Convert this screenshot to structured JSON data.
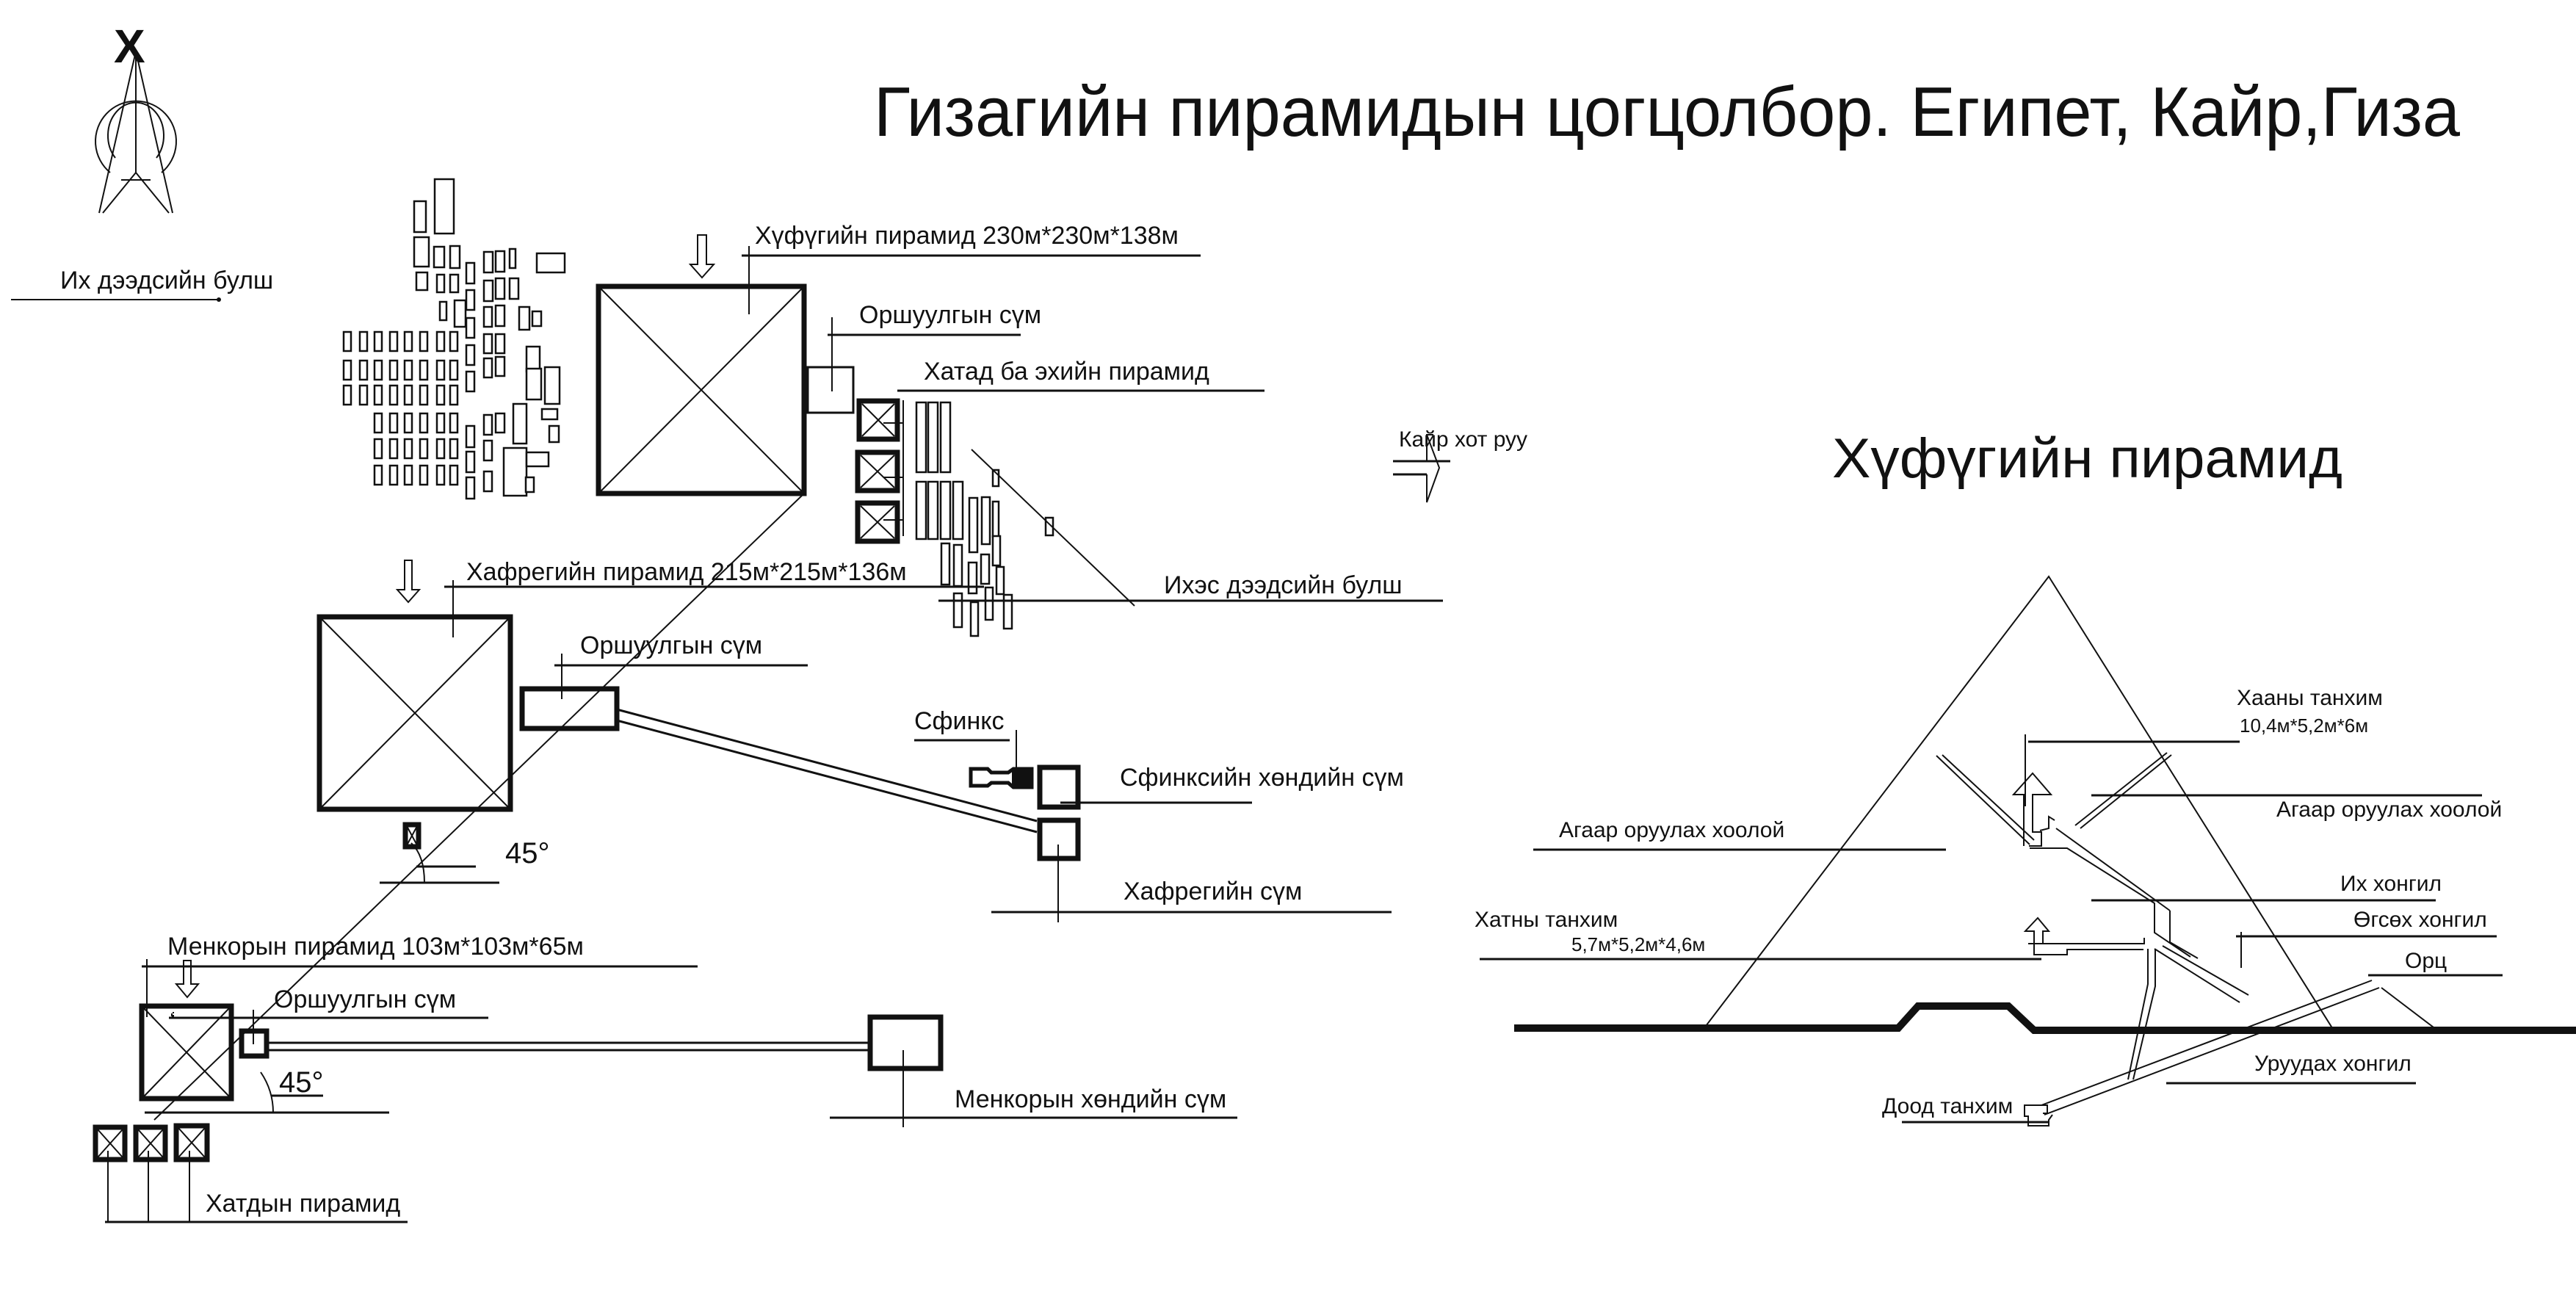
{
  "title": "Гизагийн пирамидын цогцолбор. Египет, Кайр,Гиза",
  "north_label": "Х",
  "site_plan": {
    "labels": {
      "west_cemetery": "Их дээдсийн булш",
      "khufu_pyramid": "Хүфүгийн пирамид 230м*230м*138м",
      "khufu_mortuary_temple": "Оршуулгын сүм",
      "queens_pyramids_khufu": "Хатад ба эхийн пирамид",
      "east_cemetery": "Ихэс дээдсийн булш",
      "to_cairo": "Кайр хот руу",
      "khafre_pyramid": "Хафрегийн пирамид 215м*215м*136м",
      "khafre_mortuary_temple": "Оршуулгын сүм",
      "sphinx": "Сфинкс",
      "sphinx_valley_temple": "Сфинксийн хөндийн сүм",
      "khafre_valley_temple": "Хафрегийн сүм",
      "angle_1": "45°",
      "menkaure_pyramid": "Менкорын пирамид 103м*103м*65м",
      "menkaure_mortuary_temple": "Оршуулгын сүм",
      "angle_2": "45°",
      "menkaure_valley_temple": "Менкорын хөндийн сүм",
      "queens_pyramids_menkaure": "Хатдын пирамид"
    }
  },
  "section": {
    "title": "Хүфүгийн пирамид",
    "labels": {
      "kings_chamber": "Хааны танхим",
      "kings_chamber_size": "10,4м*5,2м*6м",
      "air_shaft_left": "Агаар оруулах хоолой",
      "air_shaft_right": "Агаар оруулах хоолой",
      "grand_gallery": "Их хонгил",
      "ascending_passage": "Өгсөх хонгил",
      "entrance": "Орц",
      "queens_chamber": "Хатны танхим",
      "queens_chamber_size": "5,7м*5,2м*4,6м",
      "descending_passage": "Уруудах хонгил",
      "subterranean_chamber": "Доод танхим"
    }
  }
}
